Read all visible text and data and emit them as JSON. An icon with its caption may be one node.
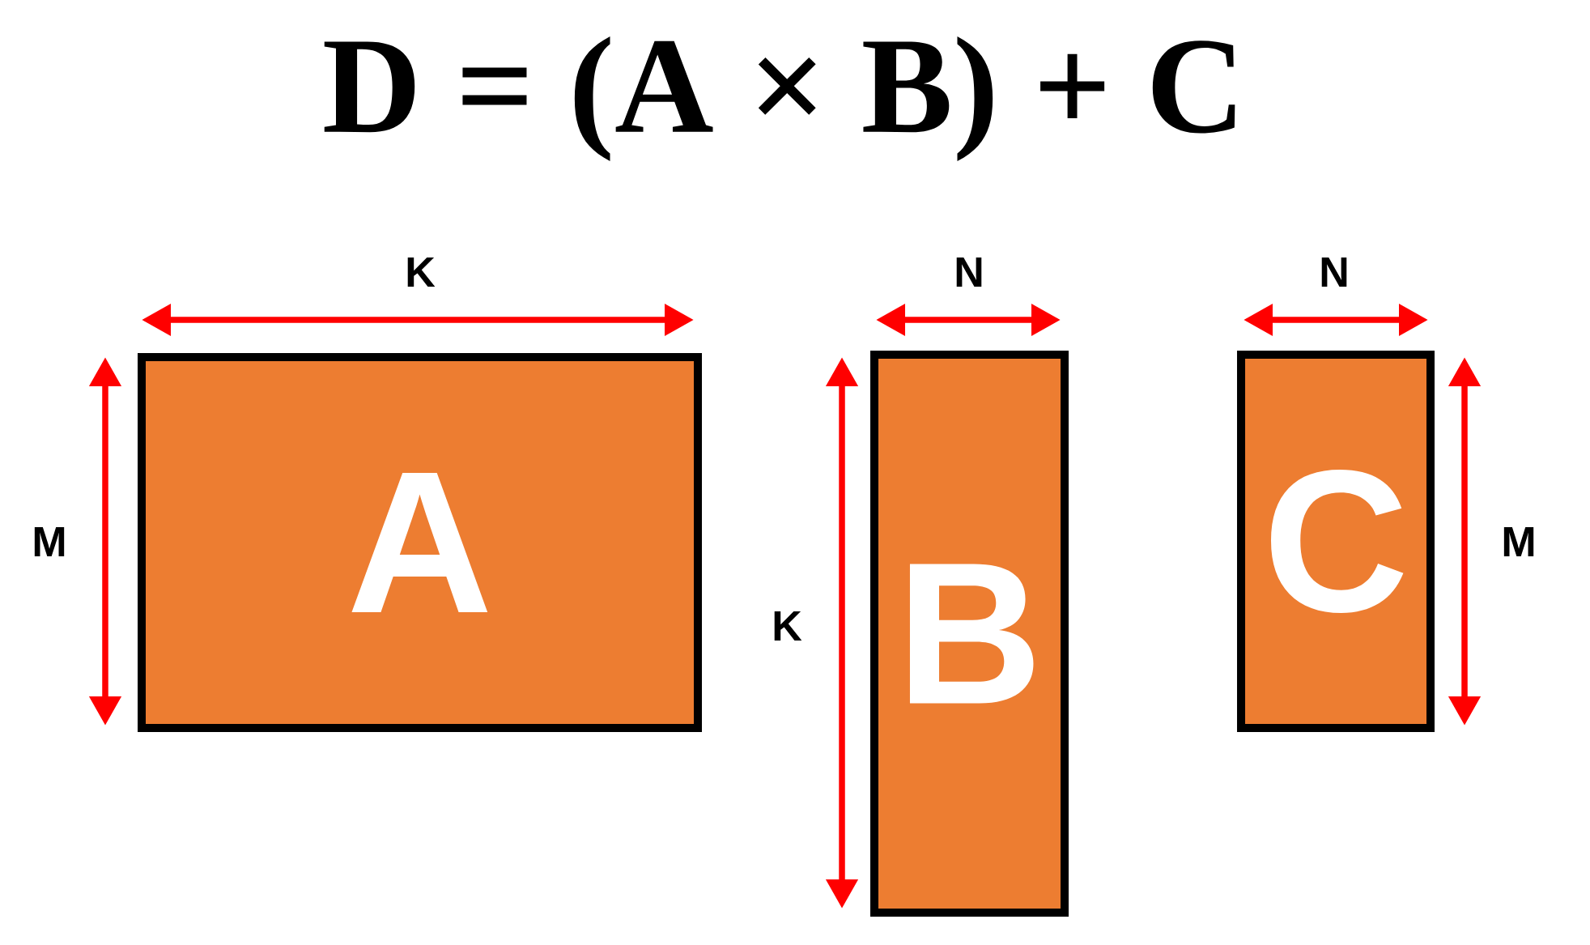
{
  "diagram": {
    "title": "D = (A × B) + C",
    "nodes": [
      {
        "text": [
          "A"
        ]
      },
      {
        "text": [
          "B"
        ]
      },
      {
        "text": [
          "C"
        ]
      }
    ],
    "labels": [
      "K",
      "N",
      "N",
      "M",
      "M",
      "K"
    ]
  }
}
